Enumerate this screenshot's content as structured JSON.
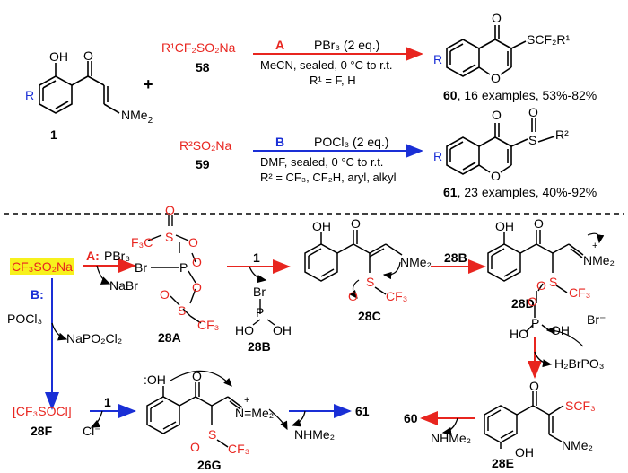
{
  "top": {
    "compound1_label": "1",
    "compound1_oh": "OH",
    "compound1_o": "O",
    "compound1_r": "R",
    "compound1_nme2": "NMe",
    "compound1_nme2_sub": "2",
    "plus": "+",
    "r58": "R¹CF₂SO₂Na",
    "r58_label": "58",
    "r59": "R²SO₂Na",
    "r59_label": "59",
    "condA_letter": "A",
    "condA_reagent": "PBr₃ (2 eq.)",
    "condA_line2": "MeCN, sealed, 0 °C to r.t.",
    "condA_line3": "R¹ = F, H",
    "condB_letter": "B",
    "condB_reagent": "POCl₃ (2 eq.)",
    "condB_line2": "DMF, sealed, 0 °C to r.t.",
    "condB_line3": "R² = CF₃, CF₂H, aryl, alkyl",
    "p60_o": "O",
    "p60_sub": "SCF₂R¹",
    "p60_r": "R",
    "p60_ringo": "O",
    "p60_caption_num": "60",
    "p60_caption": ", 16 examples, 53%-82%",
    "p61_o": "O",
    "p61_so": "O",
    "p61_s": "S",
    "p61_r2": "R²",
    "p61_r": "R",
    "p61_ringo": "O",
    "p61_caption_num": "61",
    "p61_caption": ", 23 examples, 40%-92%"
  },
  "mech": {
    "start": "CF₃SO₂Na",
    "pathA_label": "A:",
    "pathA_reagent": "PBr₃",
    "pathA_byproduct": "NaBr",
    "pathB_label": "B:",
    "pathB_reagent": "POCl₃",
    "pathB_byproduct": "NaPO₂Cl₂",
    "i28A_label": "28A",
    "i28A_f3c_top": "F₃C",
    "i28A_s_top": "S",
    "i28A_o1": "O",
    "i28A_o2": "O",
    "i28A_o3": "O",
    "i28A_br": "Br",
    "i28A_p": "P",
    "i28A_s_bot": "S",
    "i28A_o4": "O",
    "i28A_o5": "O",
    "i28A_cf3": "CF₃",
    "arrow1_reagent": "1",
    "i28B_label": "28B",
    "i28B_br": "Br",
    "i28B_p": "P",
    "i28B_ho": "HO",
    "i28B_oh": "OH",
    "i28C_label": "28C",
    "i28C_oh": "OH",
    "i28C_o": "O",
    "i28C_nme2": "NMe₂",
    "i28C_o2": "O",
    "i28C_s": "S",
    "i28C_cf3": "CF₃",
    "arrow28B_reagent": "28B",
    "i28D_label": "28D",
    "i28D_oh": "OH",
    "i28D_o": "O",
    "i28D_plus": "+",
    "i28D_nme2": "NMe₂",
    "i28D_o2": "O",
    "i28D_s": "S",
    "i28D_cf3": "CF₃",
    "i28D_p": "P",
    "i28D_o3": "O",
    "i28D_ho": "HO",
    "i28D_oh2": "OH",
    "i28D_br": "Br⁻",
    "byproduct_h2brpo3": "H₂BrPO₃",
    "i28E_label": "28E",
    "i28E_o": "O",
    "i28E_scf3": "SCF₃",
    "i28E_oh": "OH",
    "i28E_nme2": "NMe₂",
    "p60_label": "60",
    "p60_byproduct": "NHMe₂",
    "i28F": "[CF₃SOCl]",
    "i28F_label": "28F",
    "arrow1b_reagent": "1",
    "cl_minus": "Cl⁻",
    "i26G_label": "26G",
    "i26G_oh": ":OH",
    "i26G_o": "O",
    "i26G_plus": "+",
    "i26G_nme2": "N=Me₂",
    "i26G_o2": "O",
    "i26G_s": "S",
    "i26G_cf3": "CF₃",
    "p61_label": "61",
    "p61_byproduct": "NHMe₂"
  },
  "colors": {
    "red": "#e8251f",
    "blue": "#1a2fd6",
    "highlight": "#f7f11d"
  }
}
